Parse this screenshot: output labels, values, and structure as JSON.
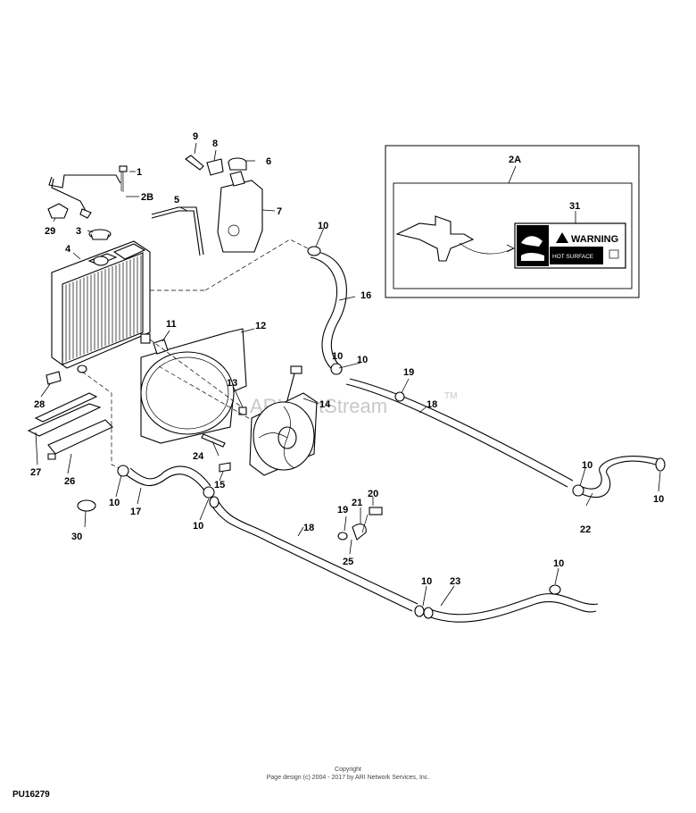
{
  "figure": {
    "id": "PU16279",
    "copyright_line1": "Copyright",
    "copyright_line2": "Page design (c) 2004 - 2017 by ARI Network Services, Inc.",
    "watermark": "ARI PartStream",
    "watermark_tm": "TM"
  },
  "inset": {
    "label": "2A",
    "callout": "31",
    "warning_title": "WARNING",
    "warning_text": "HOT SURFACE"
  },
  "callouts": {
    "c1": "1",
    "c2B": "2B",
    "c3": "3",
    "c4": "4",
    "c5": "5",
    "c6": "6",
    "c7": "7",
    "c8": "8",
    "c9": "9",
    "c11": "11",
    "c12": "12",
    "c13": "13",
    "c14": "14",
    "c15": "15",
    "c16": "16",
    "c17": "17",
    "c18a": "18",
    "c18b": "18",
    "c19a": "19",
    "c19b": "19",
    "c20": "20",
    "c21": "21",
    "c22": "22",
    "c23": "23",
    "c24": "24",
    "c25": "25",
    "c26": "26",
    "c27": "27",
    "c28": "28",
    "c29": "29",
    "c30": "30",
    "c10a": "10",
    "c10b": "10",
    "c10c": "10",
    "c10d": "10",
    "c10e": "10",
    "c10f": "10",
    "c10g": "10",
    "c10h": "10",
    "c10i": "10"
  }
}
